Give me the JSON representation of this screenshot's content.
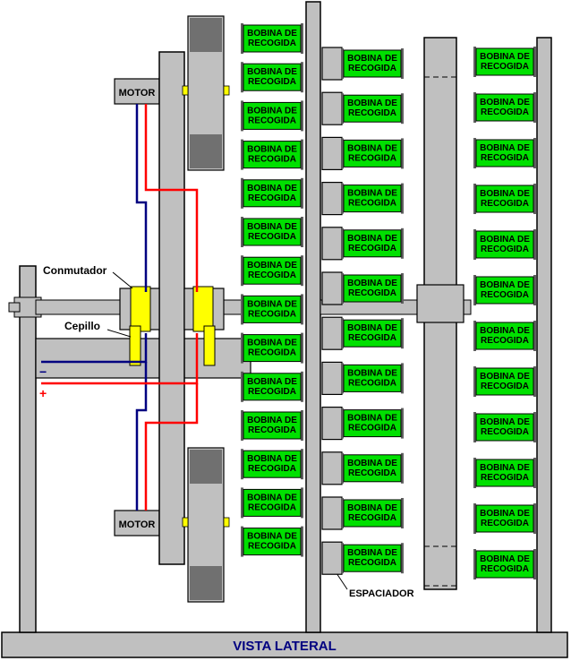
{
  "title": "VISTA LATERAL",
  "labels": {
    "motor": "MOTOR",
    "conmutador": "Conmutador",
    "cepillo": "Cepillo",
    "espaciador": "ESPACIADOR",
    "minus": "−",
    "plus": "+"
  },
  "bobina": {
    "line1": "BOBINA DE",
    "line2": "RECOGIDA",
    "count_col1": 14,
    "count_col2": 12,
    "count_col3": 12
  },
  "colors": {
    "frame": "#c0c0c0",
    "frame_dark": "#808080",
    "coil": "#00e000",
    "brush": "#ffff00",
    "wire_positive": "#ff0000",
    "wire_negative": "#000080",
    "title_text": "#000080"
  }
}
